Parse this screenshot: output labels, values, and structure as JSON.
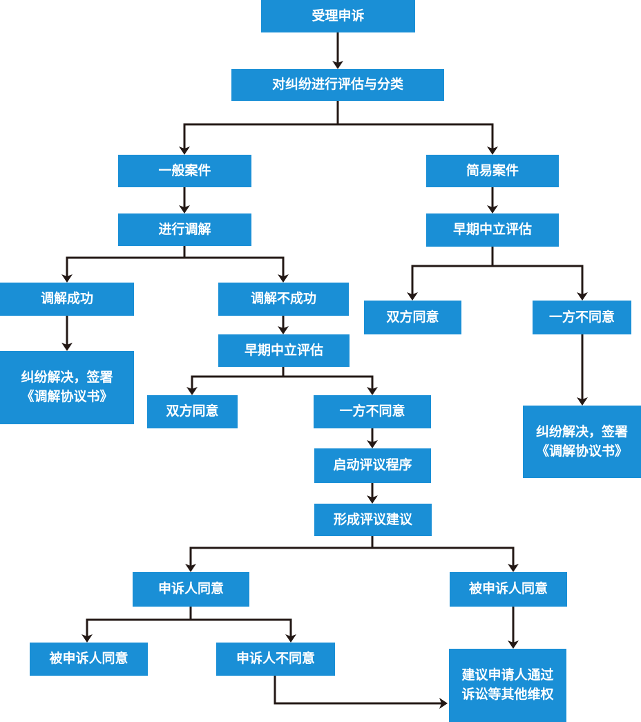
{
  "nodes": {
    "accept": "受理申诉",
    "classify": "对纠纷进行评估与分类",
    "general": "一般案件",
    "simple": "简易案件",
    "mediate": "进行调解",
    "early_eval_simple": "早期中立评估",
    "mediate_success": "调解成功",
    "mediate_fail": "调解不成功",
    "both_agree_simple": "双方同意",
    "one_disagree_simple": "一方不同意",
    "settle_left_line1": "纠纷解决，签署",
    "settle_left_line2": "《调解协议书》",
    "early_eval_general": "早期中立评估",
    "both_agree_general": "双方同意",
    "one_disagree_general": "一方不同意",
    "settle_right_line1": "纠纷解决，签署",
    "settle_right_line2": "《调解协议书》",
    "start_review": "启动评议程序",
    "form_suggestion": "形成评议建议",
    "complainant_agree": "申诉人同意",
    "respondent_agree_right": "被申诉人同意",
    "respondent_agree_left": "被申诉人同意",
    "complainant_disagree": "申诉人不同意",
    "litigation_line1": "建议申请人通过",
    "litigation_line2": "诉讼等其他维权"
  },
  "colors": {
    "box": "#1a8fd6",
    "text": "#ffffff",
    "line": "#231815"
  }
}
